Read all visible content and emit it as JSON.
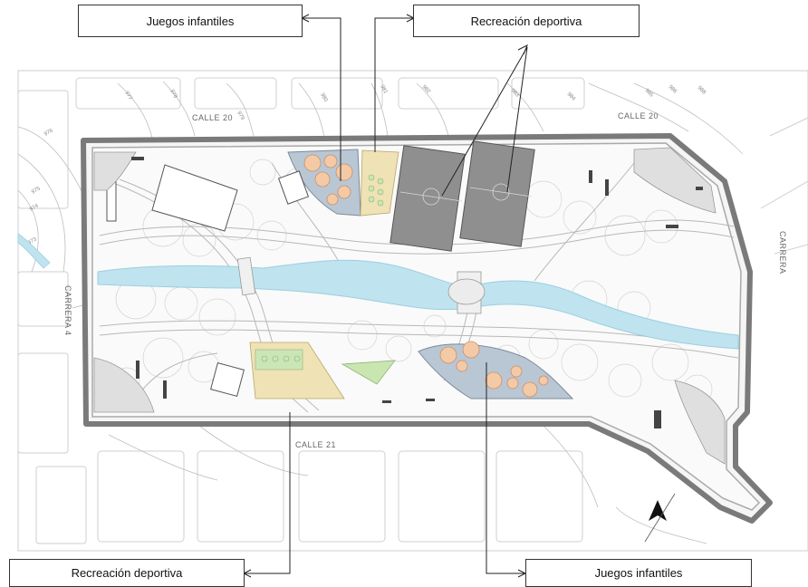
{
  "callouts": {
    "top_left": "Juegos infantiles",
    "top_right": "Recreación deportiva",
    "bottom_left": "Recreación deportiva",
    "bottom_right": "Juegos infantiles"
  },
  "streets": {
    "north": "CALLE 20",
    "north_east": "CALLE 20",
    "south": "CALLE 21",
    "west": "CARRERA 4",
    "east": "CARRERA"
  },
  "contours": [
    "976",
    "975",
    "974",
    "973",
    "977",
    "978",
    "979",
    "980",
    "981",
    "982",
    "983",
    "984",
    "985",
    "986",
    "988"
  ],
  "colors": {
    "river": "#bfe3ef",
    "sports_court": "#8f8f8f",
    "playground_blue": "#b9c6d4",
    "playground_peach": "#f4caa6",
    "sand": "#efe2b4",
    "grass": "#c9e6b0",
    "wall": "#b5b5b5"
  }
}
